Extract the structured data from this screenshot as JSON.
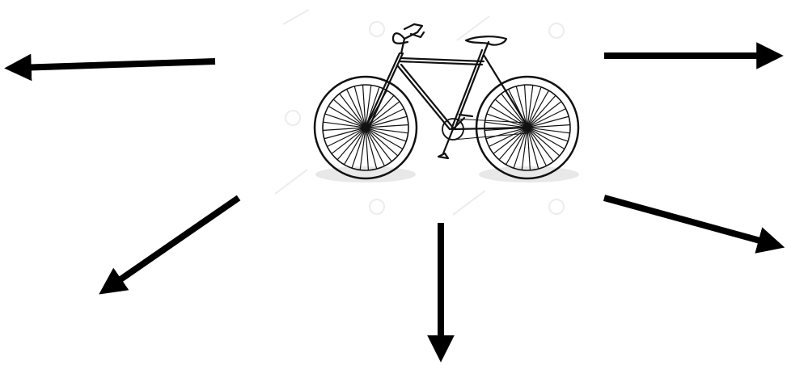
{
  "diagram": {
    "center_image": "bicycle-line-drawing",
    "arrows": [
      {
        "id": "upper-left",
        "direction": "left"
      },
      {
        "id": "upper-right",
        "direction": "right"
      },
      {
        "id": "lower-left",
        "direction": "down-left"
      },
      {
        "id": "bottom",
        "direction": "down"
      },
      {
        "id": "lower-right",
        "direction": "down-right"
      }
    ],
    "colors": {
      "arrow": "#000000",
      "drawing": "#111111",
      "background": "#ffffff",
      "shadow": "#e6e6e6",
      "watermark": "#ebebeb"
    }
  }
}
